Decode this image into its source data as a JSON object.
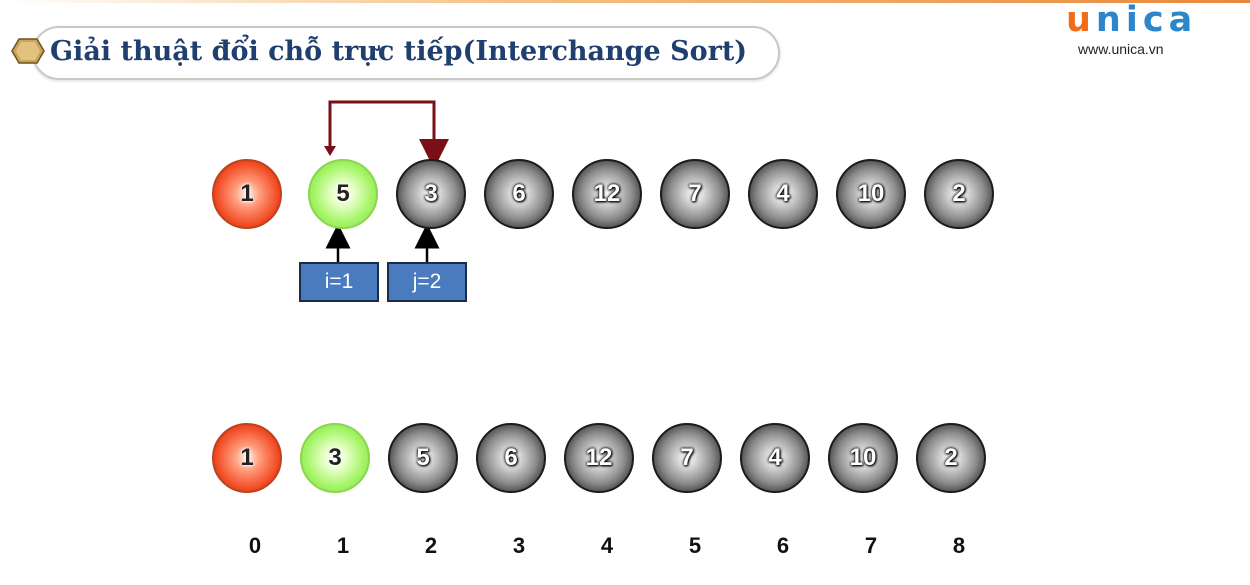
{
  "title": "Giải thuật đổi chỗ trực tiếp(Interchange Sort)",
  "logo": {
    "word": "unica",
    "url": "www.unica.vn"
  },
  "colors": {
    "current": "#a7f56a",
    "sorted": "#f0441c",
    "unsorted": "#555555",
    "arrow": "#7a0f17",
    "label_box": "#4a7bbf"
  },
  "top_row": {
    "values": [
      "1",
      "5",
      "3",
      "6",
      "12",
      "7",
      "4",
      "10",
      "2"
    ],
    "states": [
      "sorted",
      "current",
      "unsorted",
      "unsorted",
      "unsorted",
      "unsorted",
      "unsorted",
      "unsorted",
      "unsorted"
    ]
  },
  "pointers": [
    {
      "label": "i=1",
      "index": 1
    },
    {
      "label": "j=2",
      "index": 2
    }
  ],
  "bottom_row": {
    "values": [
      "1",
      "3",
      "5",
      "6",
      "12",
      "7",
      "4",
      "10",
      "2"
    ],
    "states": [
      "sorted",
      "current",
      "unsorted",
      "unsorted",
      "unsorted",
      "unsorted",
      "unsorted",
      "unsorted",
      "unsorted"
    ]
  },
  "indices": [
    "0",
    "1",
    "2",
    "3",
    "4",
    "5",
    "6",
    "7",
    "8"
  ]
}
